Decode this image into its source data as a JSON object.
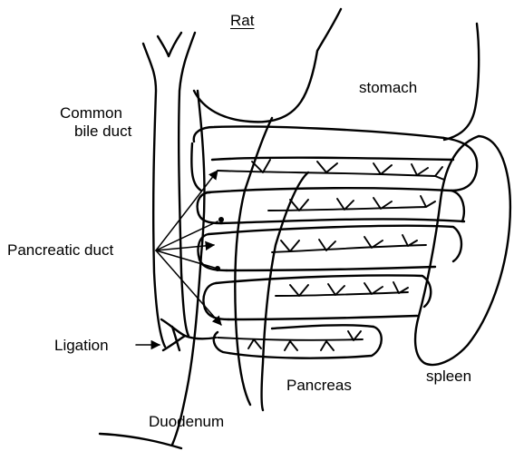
{
  "title": "Rat",
  "labels": {
    "stomach": "stomach",
    "common_bile_duct_line1": "Common",
    "common_bile_duct_line2": "bile duct",
    "pancreatic_duct": "Pancreatic duct",
    "ligation": "Ligation",
    "pancreas": "Pancreas",
    "spleen": "spleen",
    "duodenum": "Duodenum"
  },
  "colors": {
    "ink": "#000000",
    "background": "#ffffff"
  }
}
